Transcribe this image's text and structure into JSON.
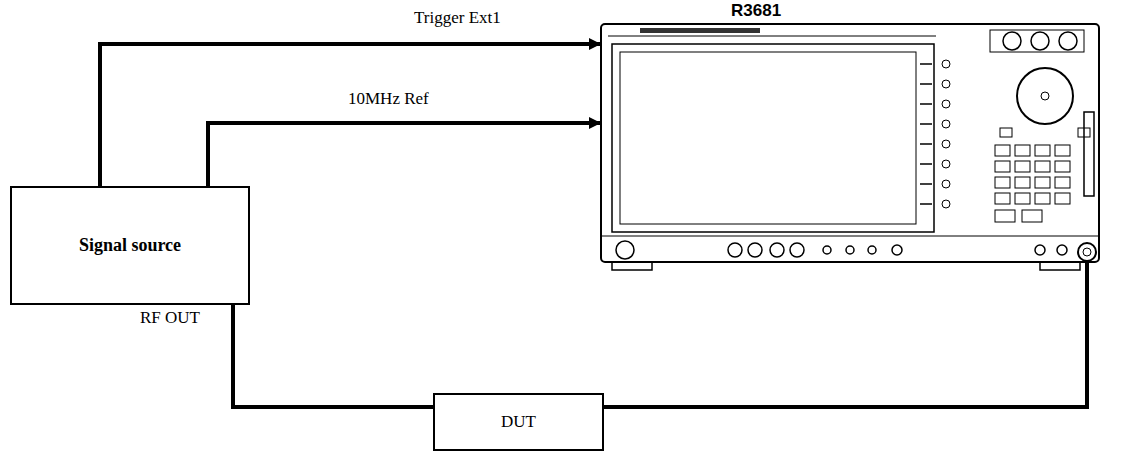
{
  "diagram": {
    "nodes": [
      {
        "text": [
          "Signal source"
        ]
      },
      {
        "text": [
          "R3681"
        ]
      },
      {
        "text": [
          "DUT"
        ]
      }
    ],
    "edges": [
      {
        "from": 0,
        "to": 1,
        "arrow": "to",
        "label": "Trigger Ext1"
      },
      {
        "from": 0,
        "to": 1,
        "arrow": "to",
        "label": "10MHz Ref"
      },
      {
        "from": 0,
        "to": 2,
        "arrow": "none",
        "label": "RF OUT"
      },
      {
        "from": 2,
        "to": 1,
        "arrow": "none"
      }
    ]
  }
}
